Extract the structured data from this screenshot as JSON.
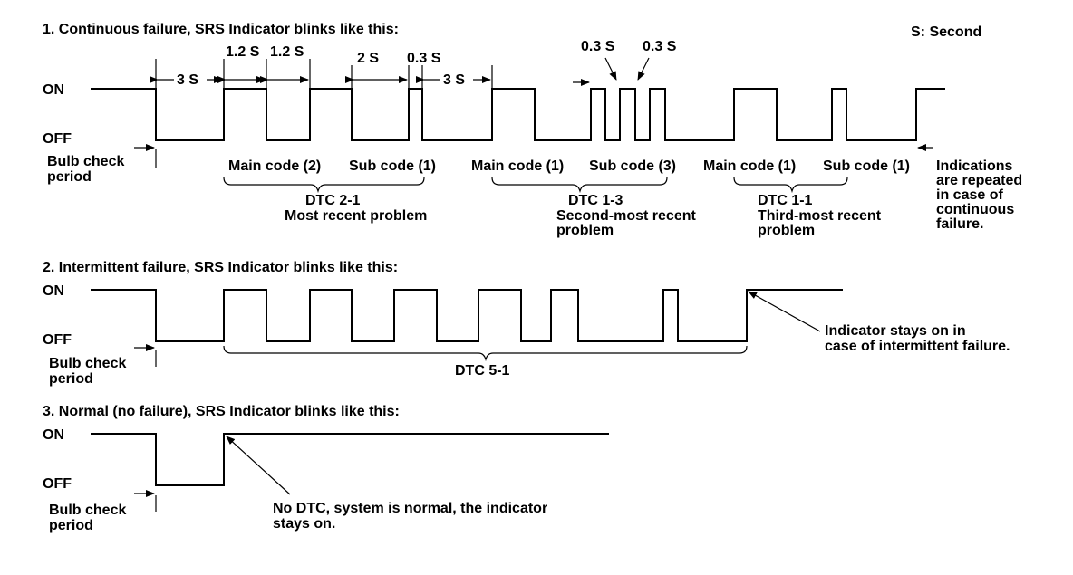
{
  "legend": {
    "seconds_note": "S: Second"
  },
  "levels": {
    "on": "ON",
    "off": "OFF"
  },
  "bulb_check": {
    "line1": "Bulb check",
    "line2": "period"
  },
  "section1": {
    "title": "1. Continuous failure, SRS Indicator blinks like this:",
    "durations": {
      "three_s_a": "3 S",
      "one_two_a": "1.2 S",
      "one_two_b": "1.2 S",
      "two_s": "2 S",
      "zero_three_a": "0.3 S",
      "three_s_b": "3 S",
      "zero_three_b": "0.3 S",
      "zero_three_c": "0.3 S"
    },
    "codes": [
      "Main code (2)",
      "Sub code (1)",
      "Main code (1)",
      "Sub code (3)",
      "Main code (1)",
      "Sub code (1)"
    ],
    "dtc1": {
      "line1": "DTC 2-1",
      "line2": "Most recent problem"
    },
    "dtc2": {
      "line1": "DTC 1-3",
      "line2": "Second-most recent",
      "line3": "problem"
    },
    "dtc3": {
      "line1": "DTC 1-1",
      "line2": "Third-most recent",
      "line3": "problem"
    },
    "repeat_note": [
      "Indications",
      "are repeated",
      "in case of",
      "continuous",
      "failure."
    ]
  },
  "section2": {
    "title": "2. Intermittent failure, SRS Indicator blinks like this:",
    "dtc": "DTC 5-1",
    "note_line1": "Indicator stays on in",
    "note_line2": "case of intermittent failure."
  },
  "section3": {
    "title": "3. Normal (no failure), SRS Indicator blinks like this:",
    "note_line1": "No DTC, system is normal, the indicator",
    "note_line2": "stays on."
  }
}
